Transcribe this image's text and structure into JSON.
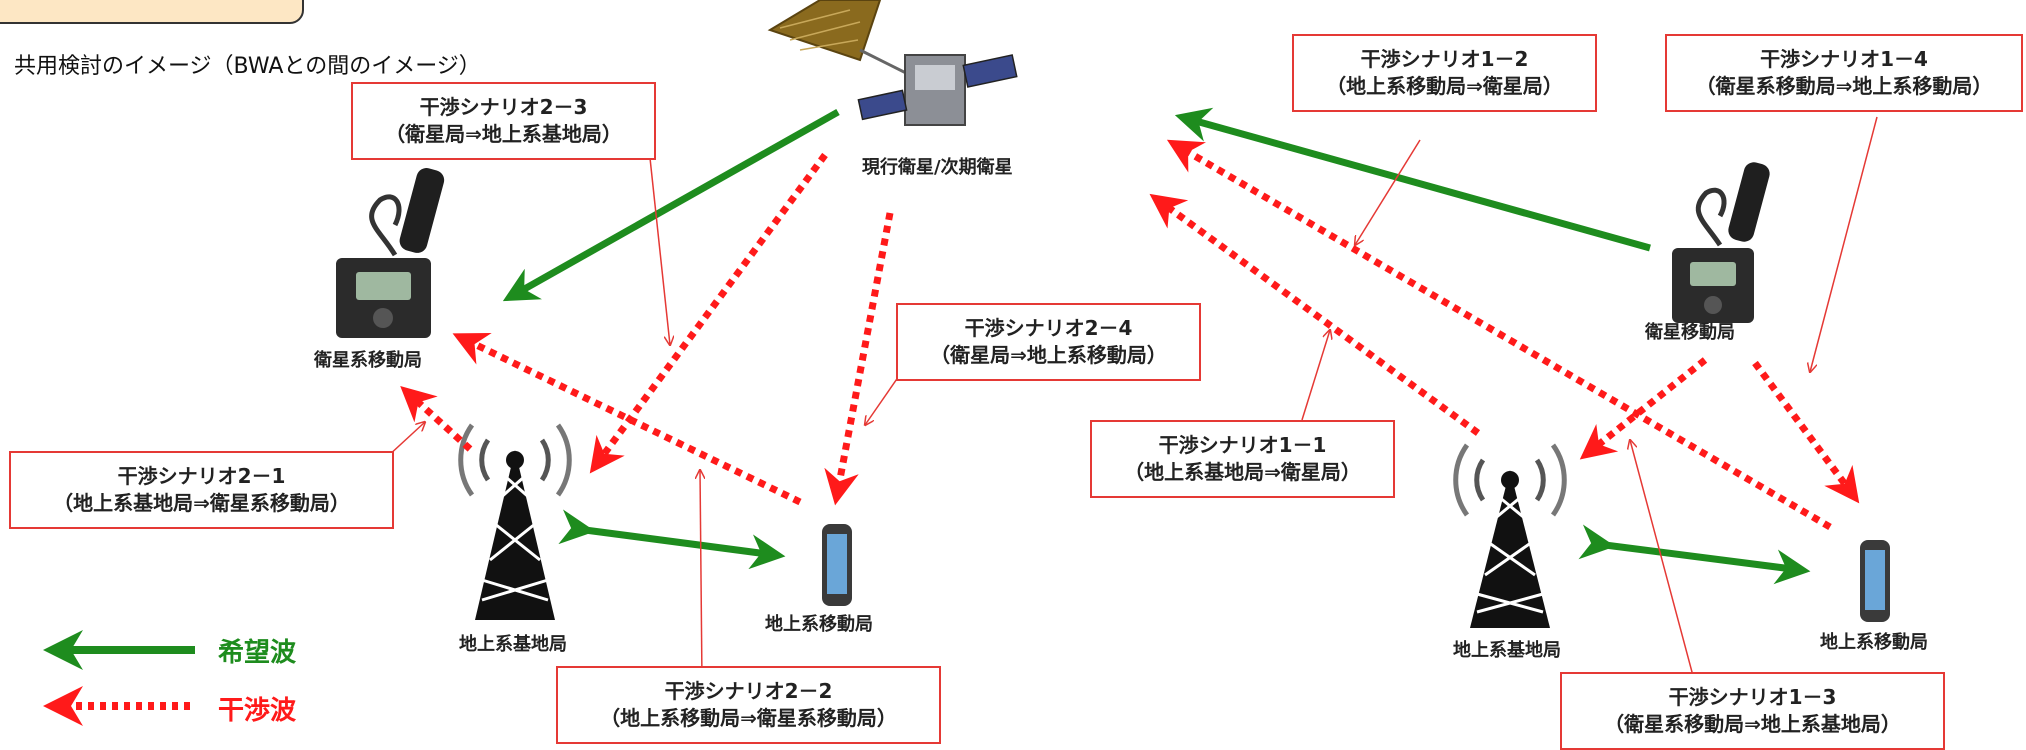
{
  "subtitle": "共用検討のイメージ（BWAとの間のイメージ）",
  "nodes": {
    "satellite_label": "現行衛星/次期衛星",
    "sat_mobile_left": "衛星系移動局",
    "sat_mobile_right": "衛星移動局",
    "base_left": "地上系基地局",
    "base_right": "地上系基地局",
    "ground_mobile_left": "地上系移動局",
    "ground_mobile_right": "地上系移動局"
  },
  "scenarios": {
    "s2_3": {
      "title": "干渉シナリオ2－3",
      "desc": "（衛星局⇒地上系基地局）"
    },
    "s2_4": {
      "title": "干渉シナリオ2－4",
      "desc": "（衛星局⇒地上系移動局）"
    },
    "s2_1": {
      "title": "干渉シナリオ2－1",
      "desc": "（地上系基地局⇒衛星系移動局）"
    },
    "s2_2": {
      "title": "干渉シナリオ2－2",
      "desc": "（地上系移動局⇒衛星系移動局）"
    },
    "s1_2": {
      "title": "干渉シナリオ1－2",
      "desc": "（地上系移動局⇒衛星局）"
    },
    "s1_4": {
      "title": "干渉シナリオ1－4",
      "desc": "（衛星系移動局⇒地上系移動局）"
    },
    "s1_1": {
      "title": "干渉シナリオ1－1",
      "desc": "（地上系基地局⇒衛星局）"
    },
    "s1_3": {
      "title": "干渉シナリオ1－3",
      "desc": "（衛星系移動局⇒地上系基地局）"
    }
  },
  "legend": {
    "desired": "希望波",
    "interference": "干渉波",
    "desired_color": "#1e8c1e",
    "interference_color": "#ff1a1a"
  }
}
